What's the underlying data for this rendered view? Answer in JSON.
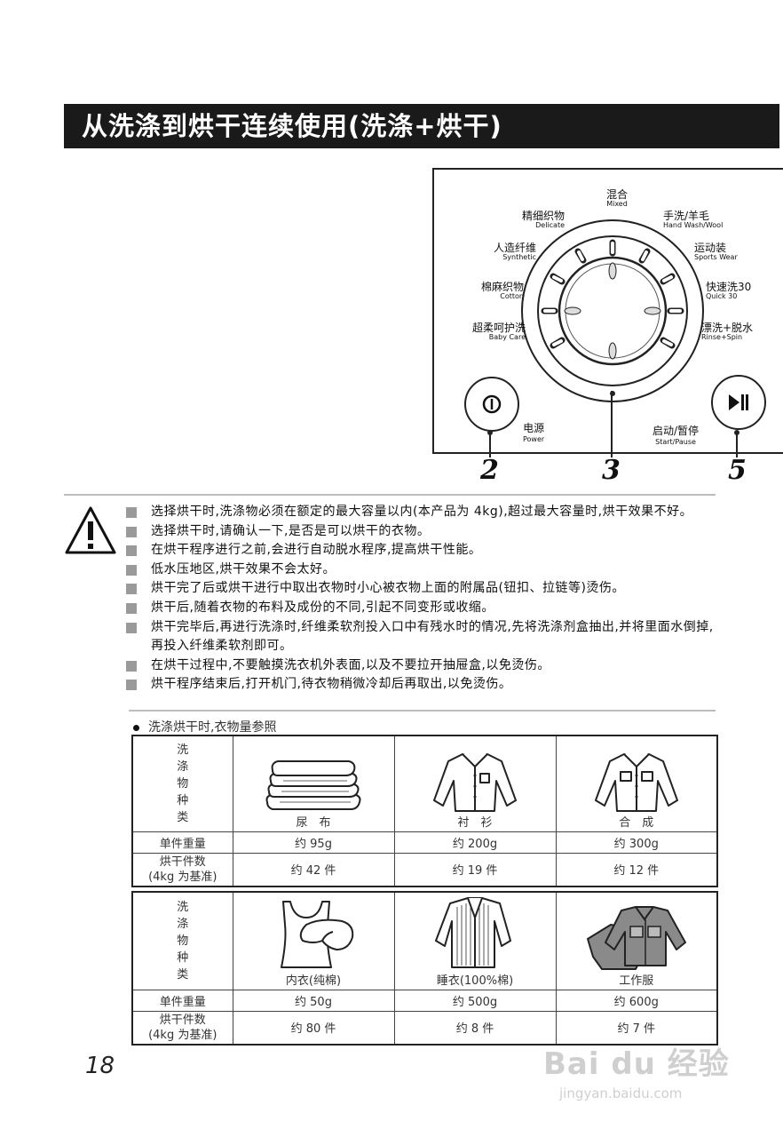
{
  "header": {
    "title": "从洗涤到烘干连续使用(洗涤+烘干)"
  },
  "panel": {
    "dial_labels": {
      "mixed": {
        "cn": "混合",
        "en": "Mixed"
      },
      "hand_wash": {
        "cn": "手洗/羊毛",
        "en": "Hand Wash/Wool"
      },
      "sports": {
        "cn": "运动装",
        "en": "Sports Wear"
      },
      "quick": {
        "cn": "快速洗30",
        "en": "Quick 30"
      },
      "rinse": {
        "cn": "漂洗+脱水",
        "en": "Rinse+Spin"
      },
      "delicate": {
        "cn": "精细织物",
        "en": "Delicate"
      },
      "synthetic": {
        "cn": "人造纤维",
        "en": "Synthetic"
      },
      "cotton": {
        "cn": "棉麻织物",
        "en": "Cotton"
      },
      "baby": {
        "cn": "超柔呵护洗",
        "en": "Baby Care"
      }
    },
    "power": {
      "cn": "电源",
      "en": "Power",
      "callout": "2"
    },
    "dial_callout": "3",
    "start": {
      "cn": "启动/暂停",
      "en": "Start/Pause",
      "callout": "5"
    }
  },
  "warnings": [
    "选择烘干时,洗涤物必须在额定的最大容量以内(本产品为 4kg),超过最大容量时,烘干效果不好。",
    "选择烘干时,请确认一下,是否是可以烘干的衣物。",
    "在烘干程序进行之前,会进行自动脱水程序,提高烘干性能。",
    "低水压地区,烘干效果不会太好。",
    "烘干完了后或烘干进行中取出衣物时小心被衣物上面的附属品(钮扣、拉链等)烫伤。",
    "烘干后,随着衣物的布料及成份的不同,引起不同变形或收缩。",
    "烘干完毕后,再进行洗涤时,纤维柔软剂投入口中有残水时的情况,先将洗涤剂盒抽出,并将里面水倒掉,再投入纤维柔软剂即可。",
    "在烘干过程中,不要触摸洗衣机外表面,以及不要拉开抽屉盒,以免烫伤。",
    "烘干程序结束后,打开机门,待衣物稍微冷却后再取出,以免烫伤。"
  ],
  "reference": {
    "heading": "洗涤烘干时,衣物量参照",
    "row_type_label": [
      "洗",
      "涤",
      "物",
      "种",
      "类"
    ],
    "row_weight_label": "单件重量",
    "row_count_label_1": "烘干件数",
    "row_count_label_2": "(4kg 为基准)",
    "table1": [
      {
        "item": "尿　布",
        "weight": "约 95g",
        "count": "约 42 件",
        "icon": "folded-towels-icon"
      },
      {
        "item": "衬　衫",
        "weight": "约 200g",
        "count": "约 19 件",
        "icon": "shirt-icon"
      },
      {
        "item": "合　成",
        "weight": "约 300g",
        "count": "约 12 件",
        "icon": "synthetic-shirt-icon"
      }
    ],
    "table2": [
      {
        "item": "内衣(纯棉)",
        "weight": "约 50g",
        "count": "约 80 件",
        "icon": "underwear-icon"
      },
      {
        "item": "睡衣(100%棉)",
        "weight": "约 500g",
        "count": "约 8 件",
        "icon": "pajamas-icon"
      },
      {
        "item": "工作服",
        "weight": "约 600g",
        "count": "约 7 件",
        "icon": "work-clothes-icon"
      }
    ]
  },
  "page_number": "18",
  "watermark": {
    "brand": "Bai du 经验",
    "url": "jingyan.baidu.com"
  }
}
